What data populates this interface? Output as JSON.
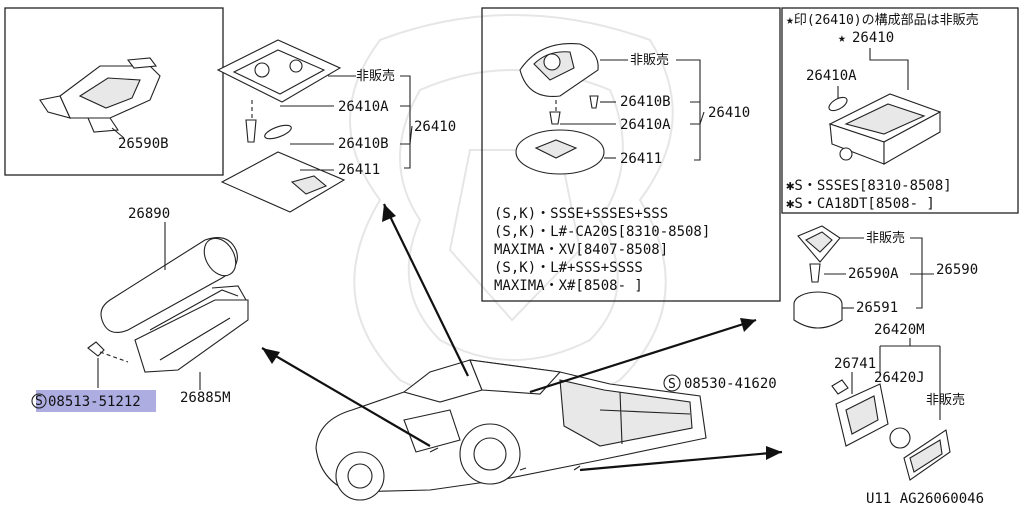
{
  "labels": {
    "p26590B": "26590B",
    "p26890": "26890",
    "p26885M": "26885M",
    "p08513": "08513-51212",
    "p08513_prefix": "S",
    "lamp1_hihan": "非販売",
    "lamp1_26410A": "26410A",
    "lamp1_26410B": "26410B",
    "lamp1_26410": "26410",
    "lamp1_26411": "26411",
    "lamp2_hihan": "非販売",
    "lamp2_26410B": "26410B",
    "lamp2_26410A": "26410A",
    "lamp2_26410": "26410",
    "lamp2_26411": "26411",
    "lamp3_26410": "26410",
    "lamp3_26410A": "26410A",
    "lamp4_hihan": "非販売",
    "lamp4_26590A": "26590A",
    "lamp4_26590": "26590",
    "lamp4_26591": "26591",
    "lamp5_26420M": "26420M",
    "lamp5_26741": "26741",
    "lamp5_26420J": "26420J",
    "lamp5_hihan": "非販売",
    "lamp5_08530": "08530-41620",
    "lamp5_prefix": "S",
    "footer": "U11  AG26060046"
  },
  "apps": [
    "(S,K)・SSSE+SSSES+SSS",
    "(S,K)・L#-CA20S[8310-8508]",
    "MAXIMA・XV[8407-8508]",
    "(S,K)・L#+SSS+SSSS",
    "MAXIMA・X#[8508-      ]"
  ],
  "notes": {
    "top": "★印(26410)の構成部品は非販売",
    "star": "★",
    "note1": "✱S・SSSES[8310-8508]",
    "note2": "✱S・CA18DT[8508-   ]"
  },
  "highlight_color": "#8a8ad6"
}
